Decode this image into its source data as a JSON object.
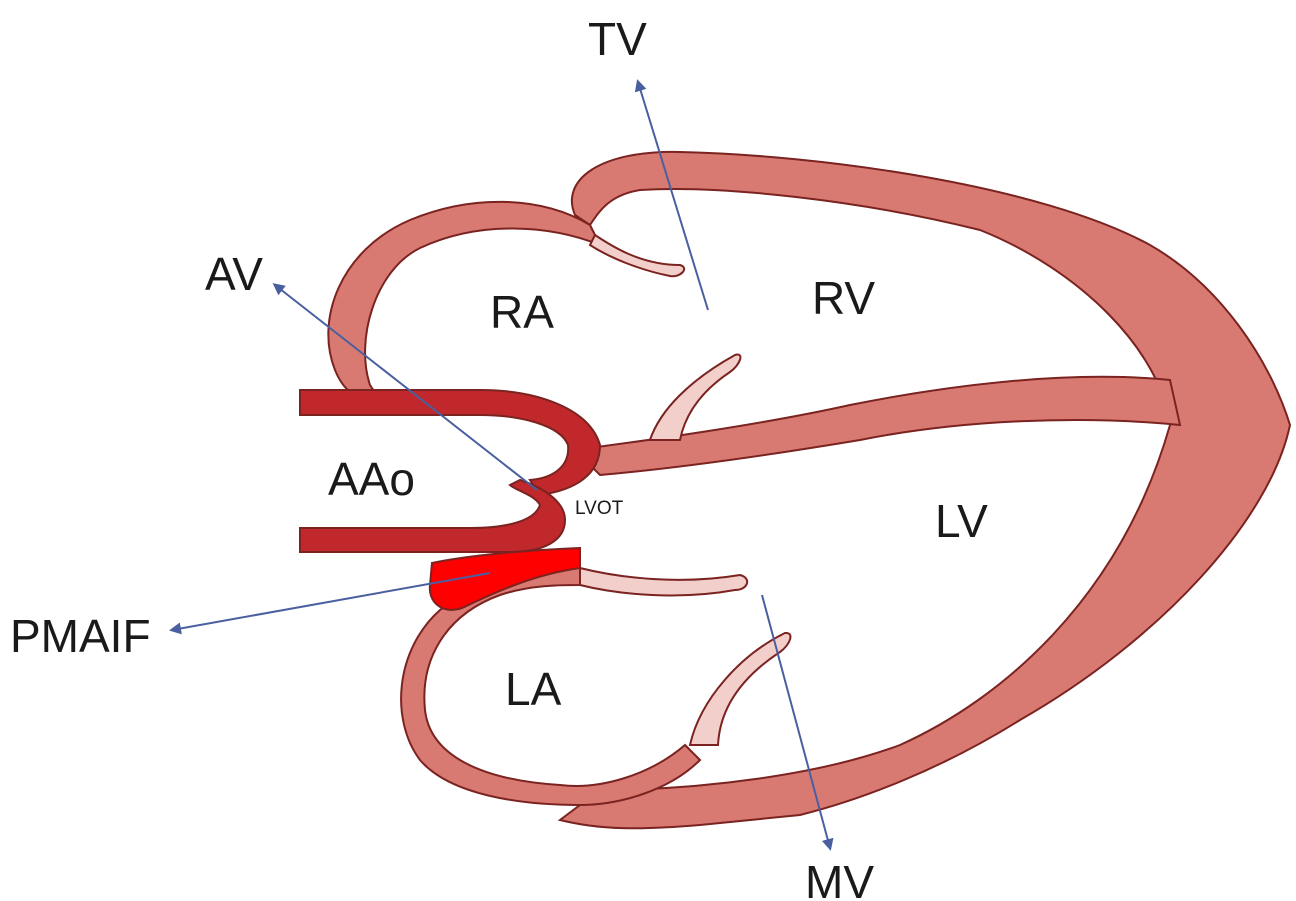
{
  "labels": {
    "tv": "TV",
    "av": "AV",
    "ra": "RA",
    "rv": "RV",
    "aao": "AAo",
    "lvot": "LVOT",
    "lv": "LV",
    "pmaif": "PMAIF",
    "la": "LA",
    "mv": "MV"
  },
  "colors": {
    "myocardium": "#d97a72",
    "myocardium_outline": "#7a2320",
    "aorta": "#c0282b",
    "pmaif_region": "#ff0000",
    "valve_leaflet": "#f2cfcb",
    "arrow": "#4a5fa0",
    "background": "#ffffff"
  }
}
